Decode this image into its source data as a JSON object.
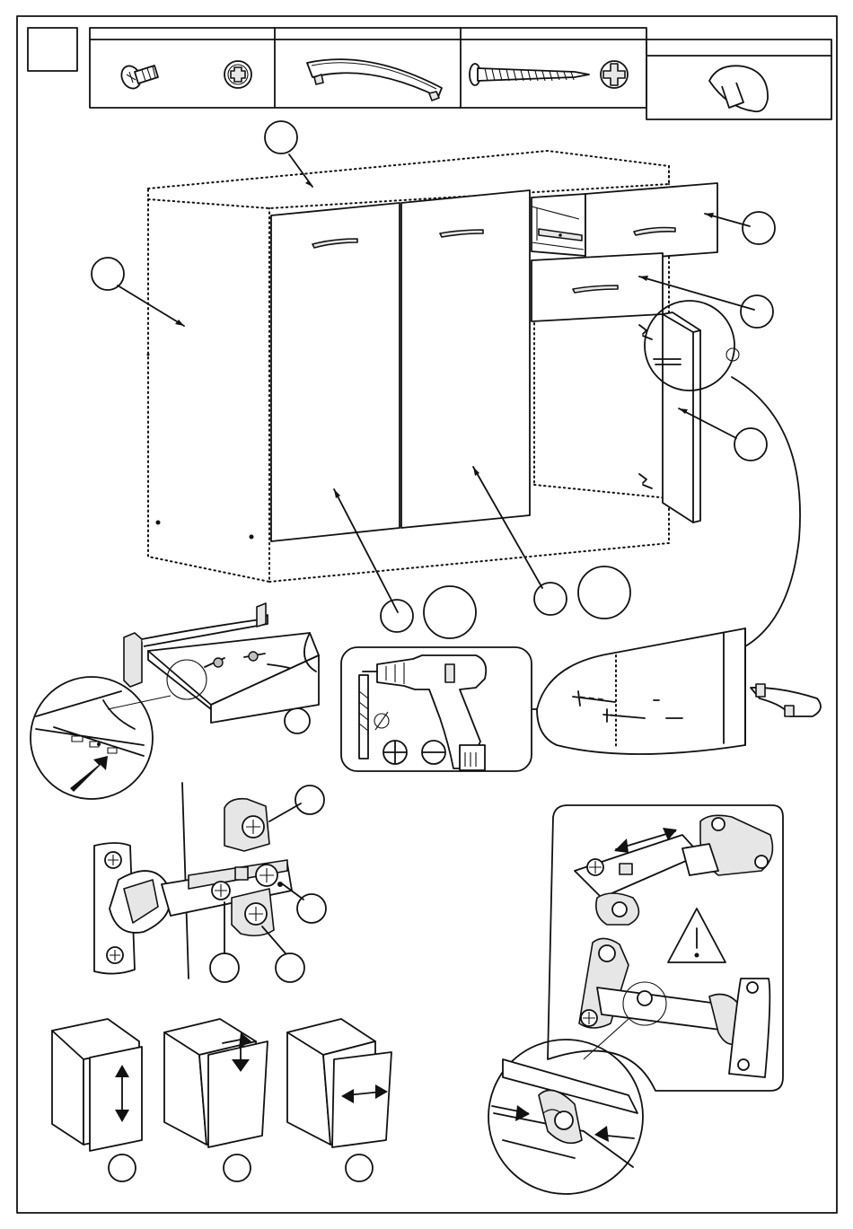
{
  "page": {
    "background": "#ffffff",
    "line_color": "#111111",
    "shading_color": "#e6e6e6"
  },
  "step_box": {
    "label": ""
  },
  "parts_table": {
    "cells": [
      {
        "label": "",
        "icon": "screw-and-phillips-head-icon"
      },
      {
        "label": "",
        "icon": "curved-handle-icon"
      },
      {
        "label": "",
        "icon": "long-wood-screw-icon"
      },
      {
        "label": "",
        "icon": "cap-plug-icon"
      }
    ]
  },
  "callouts": [
    {
      "id": "cabinet-top",
      "label": ""
    },
    {
      "id": "cabinet-side",
      "label": ""
    },
    {
      "id": "upper-drawer",
      "label": ""
    },
    {
      "id": "lower-drawer",
      "label": ""
    },
    {
      "id": "right-door",
      "label": ""
    },
    {
      "id": "left-door-a",
      "label": ""
    },
    {
      "id": "left-door-b",
      "label": ""
    },
    {
      "id": "middle-door-a",
      "label": ""
    },
    {
      "id": "middle-door-b",
      "label": ""
    },
    {
      "id": "drawer-detail",
      "label": ""
    },
    {
      "id": "hinge-top-screw",
      "label": ""
    },
    {
      "id": "hinge-side-screw",
      "label": ""
    },
    {
      "id": "hinge-bottom-left",
      "label": ""
    },
    {
      "id": "hinge-bottom-right",
      "label": ""
    },
    {
      "id": "adjust-height",
      "label": ""
    },
    {
      "id": "adjust-depth",
      "label": ""
    },
    {
      "id": "adjust-side",
      "label": ""
    }
  ],
  "tools": [
    "electric-drill-icon",
    "drill-bit-icon",
    "diameter-icon",
    "phillips-screwdriver-icon",
    "flat-screwdriver-icon"
  ],
  "warning": {
    "icon": "warning-triangle-icon"
  }
}
